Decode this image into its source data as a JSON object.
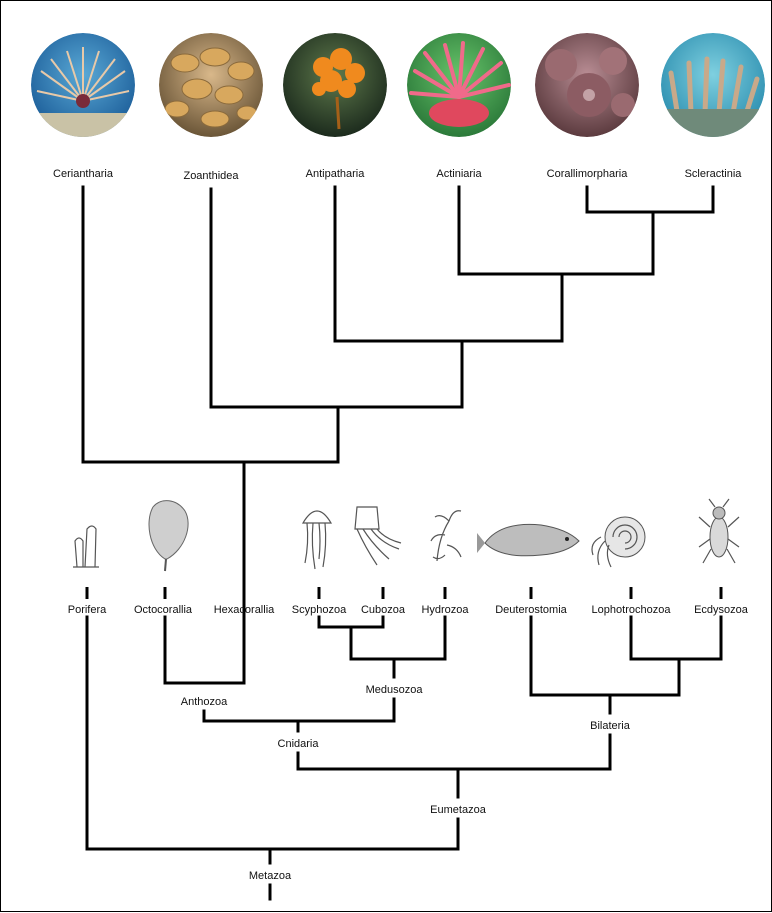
{
  "top_taxa": [
    "Ceriantharia",
    "Zoanthidea",
    "Antipatharia",
    "Actiniaria",
    "Corallimorpharia",
    "Scleractinia"
  ],
  "bottom_taxa": [
    "Porifera",
    "Octocorallia",
    "Hexacorallia",
    "Scyphozoa",
    "Cubozoa",
    "Hydrozoa",
    "Deuterostomia",
    "Lophotrochozoa",
    "Ecdysozoa"
  ],
  "clades": {
    "anthozoa": "Anthozoa",
    "medusozoa": "Medusozoa",
    "cnidaria": "Cnidaria",
    "bilateria": "Bilateria",
    "eumetazoa": "Eumetazoa",
    "metazoa": "Metazoa"
  },
  "photo_icons": [
    "cerianthid-photo",
    "zoanthid-photo",
    "black-coral-photo",
    "sea-anemone-photo",
    "corallimorph-photo",
    "stony-coral-photo"
  ],
  "sketch_icons": [
    "sponge-sketch",
    "sea-fan-sketch",
    "scyphozoan-jellyfish-sketch",
    "box-jellyfish-sketch",
    "hydroid-sketch",
    "coelacanth-sketch",
    "nautilus-sketch",
    "fruit-fly-sketch"
  ]
}
